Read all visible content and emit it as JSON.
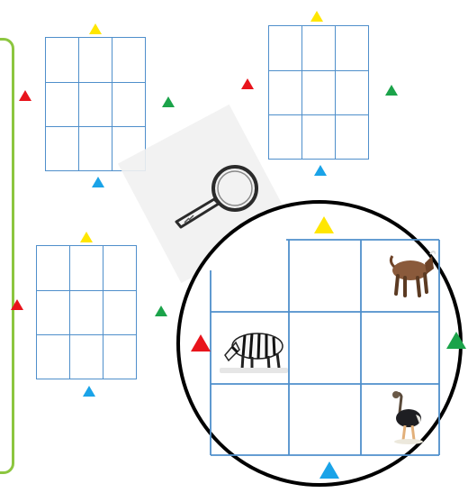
{
  "puzzle": {
    "grids": [
      {
        "name": "grid-top-left",
        "rows": 3,
        "cols": 3
      },
      {
        "name": "grid-top-right",
        "rows": 3,
        "cols": 3
      },
      {
        "name": "grid-bottom-left",
        "rows": 3,
        "cols": 3
      }
    ],
    "zoomed_grid": {
      "rows": 3,
      "cols": 3,
      "animals": [
        {
          "icon": "zebra-icon",
          "row": 2,
          "col": 1
        },
        {
          "icon": "wildebeest-icon",
          "row": 1,
          "col": 3
        },
        {
          "icon": "ostrich-icon",
          "row": 3,
          "col": 3
        }
      ]
    },
    "arrow_colors": {
      "top": "#ffe600",
      "bottom": "#1aa3e8",
      "left": "#e8141c",
      "right": "#1ba34a"
    },
    "tool_icon": "magnifying-glass-icon"
  }
}
